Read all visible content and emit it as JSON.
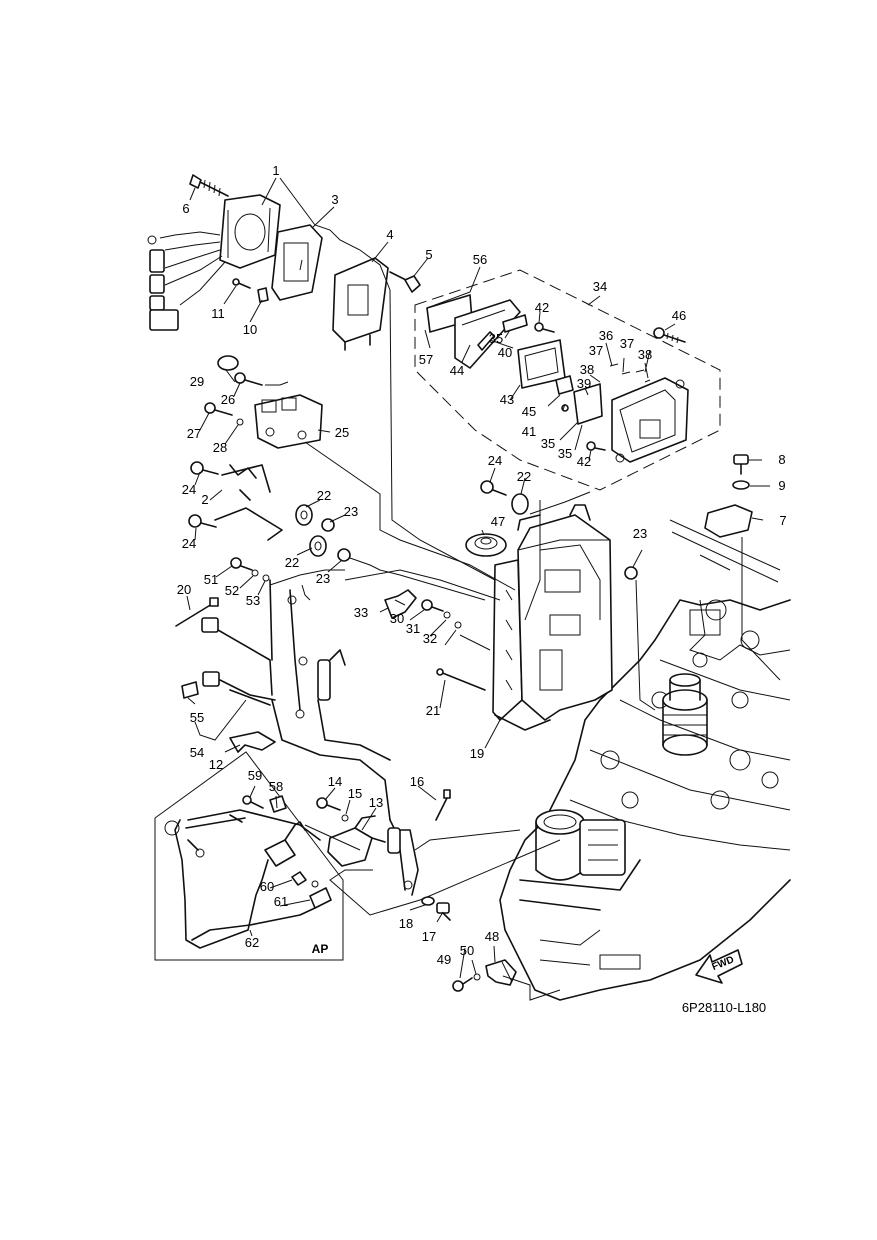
{
  "callouts": [
    {
      "id": "c1",
      "text": "1"
    },
    {
      "id": "c2",
      "text": "2"
    },
    {
      "id": "c3",
      "text": "3"
    },
    {
      "id": "c4",
      "text": "4"
    },
    {
      "id": "c5",
      "text": "5"
    },
    {
      "id": "c6",
      "text": "6"
    },
    {
      "id": "c7",
      "text": "7"
    },
    {
      "id": "c8",
      "text": "8"
    },
    {
      "id": "c9",
      "text": "9"
    },
    {
      "id": "c10",
      "text": "10"
    },
    {
      "id": "c11",
      "text": "11"
    },
    {
      "id": "c12",
      "text": "12"
    },
    {
      "id": "c13",
      "text": "13"
    },
    {
      "id": "c14",
      "text": "14"
    },
    {
      "id": "c15",
      "text": "15"
    },
    {
      "id": "c16",
      "text": "16"
    },
    {
      "id": "c17",
      "text": "17"
    },
    {
      "id": "c18",
      "text": "18"
    },
    {
      "id": "c19",
      "text": "19"
    },
    {
      "id": "c20",
      "text": "20"
    },
    {
      "id": "c21",
      "text": "21"
    },
    {
      "id": "c22a",
      "text": "22"
    },
    {
      "id": "c22b",
      "text": "22"
    },
    {
      "id": "c22c",
      "text": "22"
    },
    {
      "id": "c23a",
      "text": "23"
    },
    {
      "id": "c23b",
      "text": "23"
    },
    {
      "id": "c23c",
      "text": "23"
    },
    {
      "id": "c24a",
      "text": "24"
    },
    {
      "id": "c24b",
      "text": "24"
    },
    {
      "id": "c24c",
      "text": "24"
    },
    {
      "id": "c25",
      "text": "25"
    },
    {
      "id": "c26",
      "text": "26"
    },
    {
      "id": "c27",
      "text": "27"
    },
    {
      "id": "c28",
      "text": "28"
    },
    {
      "id": "c29",
      "text": "29"
    },
    {
      "id": "c30",
      "text": "30"
    },
    {
      "id": "c31",
      "text": "31"
    },
    {
      "id": "c32",
      "text": "32"
    },
    {
      "id": "c33",
      "text": "33"
    },
    {
      "id": "c34",
      "text": "34"
    },
    {
      "id": "c35a",
      "text": "35"
    },
    {
      "id": "c35b",
      "text": "35"
    },
    {
      "id": "c35c",
      "text": "35"
    },
    {
      "id": "c36",
      "text": "36"
    },
    {
      "id": "c37a",
      "text": "37"
    },
    {
      "id": "c37b",
      "text": "37"
    },
    {
      "id": "c38a",
      "text": "38"
    },
    {
      "id": "c38b",
      "text": "38"
    },
    {
      "id": "c39",
      "text": "39"
    },
    {
      "id": "c40",
      "text": "40"
    },
    {
      "id": "c41",
      "text": "41"
    },
    {
      "id": "c42a",
      "text": "42"
    },
    {
      "id": "c42b",
      "text": "42"
    },
    {
      "id": "c43",
      "text": "43"
    },
    {
      "id": "c44",
      "text": "44"
    },
    {
      "id": "c45",
      "text": "45"
    },
    {
      "id": "c46",
      "text": "46"
    },
    {
      "id": "c47",
      "text": "47"
    },
    {
      "id": "c48",
      "text": "48"
    },
    {
      "id": "c49",
      "text": "49"
    },
    {
      "id": "c50",
      "text": "50"
    },
    {
      "id": "c51",
      "text": "51"
    },
    {
      "id": "c52",
      "text": "52"
    },
    {
      "id": "c53",
      "text": "53"
    },
    {
      "id": "c54",
      "text": "54"
    },
    {
      "id": "c55",
      "text": "55"
    },
    {
      "id": "c56",
      "text": "56"
    },
    {
      "id": "c57",
      "text": "57"
    },
    {
      "id": "c58",
      "text": "58"
    },
    {
      "id": "c59",
      "text": "59"
    },
    {
      "id": "c60",
      "text": "60"
    },
    {
      "id": "c61",
      "text": "61"
    },
    {
      "id": "c62",
      "text": "62"
    }
  ],
  "inset_label": "AP",
  "direction_label": "FWD",
  "drawing_code": "6P28110-L180"
}
